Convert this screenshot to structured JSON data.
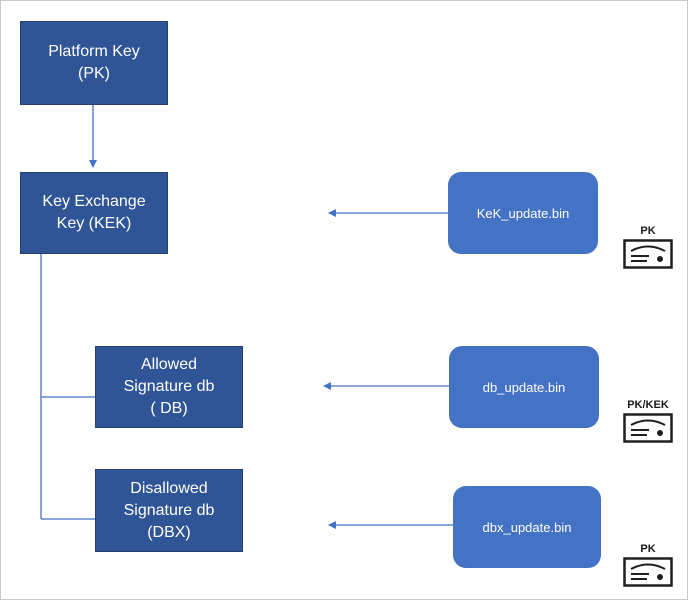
{
  "nodes": {
    "pk": "Platform Key\n(PK)",
    "kek": "Key Exchange\nKey (KEK)",
    "db": "Allowed\nSignature db\n( DB)",
    "dbx": "Disallowed\nSignature db\n(DBX)"
  },
  "files": {
    "kek_update": "KeK_update.bin",
    "db_update": "db_update.bin",
    "dbx_update": "dbx_update.bin"
  },
  "signers": {
    "kek_update": "PK",
    "db_update": "PK/KEK",
    "dbx_update": "PK"
  },
  "colors": {
    "node_fill": "#2f5597",
    "file_fill": "#4472c4",
    "connector": "#4472c4"
  },
  "icons": {
    "certificate": "certificate-icon"
  }
}
